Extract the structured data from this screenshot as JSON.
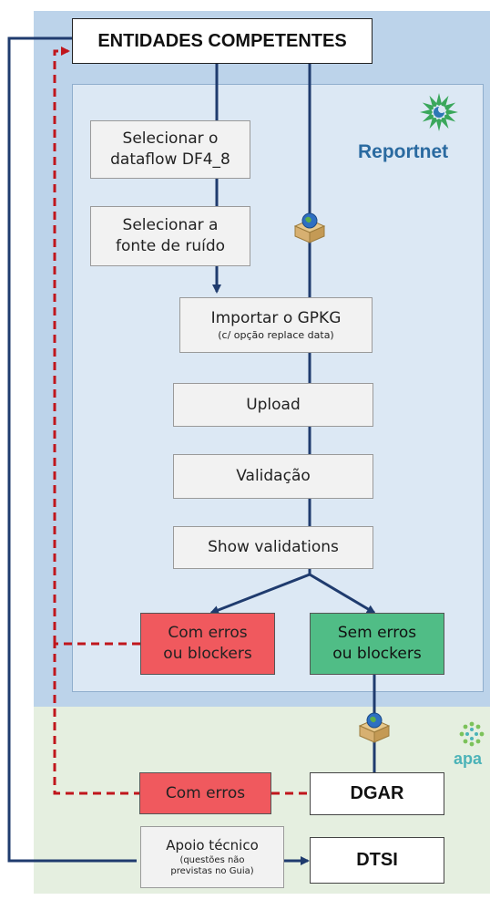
{
  "header": {
    "title": "ENTIDADES COMPETENTES"
  },
  "reportnet": {
    "logo_text": "Reportnet"
  },
  "apa": {
    "logo_text": "apa"
  },
  "steps": {
    "select_dataflow": [
      "Selecionar o",
      "dataflow DF4_8"
    ],
    "select_source": [
      "Selecionar a",
      "fonte de ruído"
    ],
    "import_gpkg": "Importar o GPKG",
    "import_gpkg_note": "(c/ opção replace data)",
    "upload": "Upload",
    "validation": "Validação",
    "show_validations": "Show validations"
  },
  "results": {
    "with_errors": [
      "Com erros",
      "ou blockers"
    ],
    "without_errors": [
      "Sem erros",
      "ou blockers"
    ]
  },
  "bottom": {
    "com_erros": "Com erros",
    "dgar": "DGAR",
    "dtsi": "DTSI",
    "support_main": "Apoio técnico",
    "support_sub": [
      "(questões não",
      "previstas no Guia)"
    ]
  },
  "colors": {
    "top_band": "#bcd3ea",
    "panel": "#dce8f4",
    "bottom_band": "#e5efe0",
    "error_red": "#f0595e",
    "success_green": "#50bd86",
    "connector_navy": "#1f3b6e",
    "dashed_red": "#c0161c",
    "reportnet_blue": "#2a6aa0",
    "apa_teal": "#4cb3b8"
  }
}
